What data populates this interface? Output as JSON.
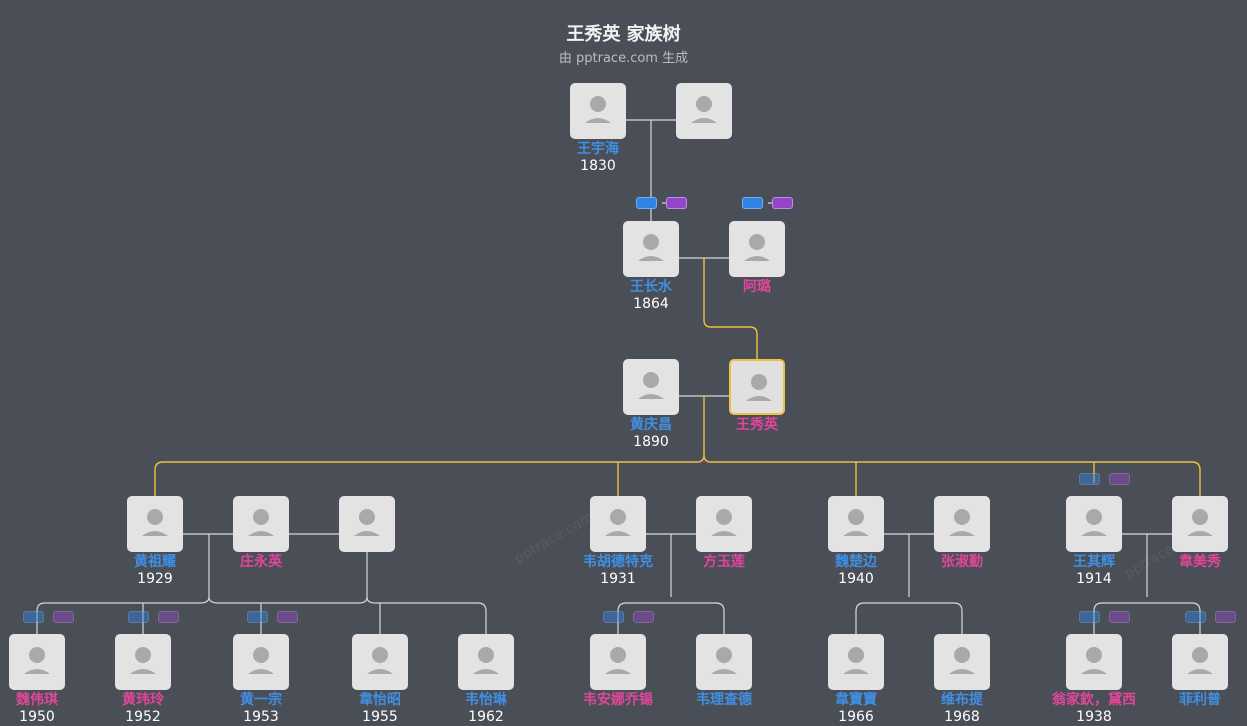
{
  "header": {
    "title": "王秀英 家族树",
    "subtitle": "由 pptrace.com 生成",
    "watermark": "pptrace.com"
  },
  "colors": {
    "background": "#4a4f57",
    "male_name": "#3f8fe4",
    "female_name": "#e0469a",
    "highlight_line": "#f0c040",
    "line": "#d8d8d8"
  },
  "people": [
    {
      "id": "p1",
      "name": "王宇海",
      "year": "1830",
      "gender": "m"
    },
    {
      "id": "p2",
      "name": "",
      "year": "",
      "gender": "f"
    },
    {
      "id": "p3",
      "name": "王长水",
      "year": "1864",
      "gender": "m"
    },
    {
      "id": "p4",
      "name": "阿璐",
      "year": "",
      "gender": "f"
    },
    {
      "id": "p5",
      "name": "黄庆昌",
      "year": "1890",
      "gender": "m"
    },
    {
      "id": "p6",
      "name": "王秀英",
      "year": "",
      "gender": "f",
      "focus": true
    },
    {
      "id": "p7",
      "name": "黄祖耀",
      "year": "1929",
      "gender": "m"
    },
    {
      "id": "p8",
      "name": "庄永英",
      "year": "",
      "gender": "f"
    },
    {
      "id": "p9",
      "name": "",
      "year": "",
      "gender": "f"
    },
    {
      "id": "p10",
      "name": "韦胡德特克",
      "year": "1931",
      "gender": "m"
    },
    {
      "id": "p11",
      "name": "方玉莲",
      "year": "",
      "gender": "f"
    },
    {
      "id": "p12",
      "name": "魏楚边",
      "year": "1940",
      "gender": "m"
    },
    {
      "id": "p13",
      "name": "张淑勤",
      "year": "",
      "gender": "f"
    },
    {
      "id": "p14",
      "name": "王其辉",
      "year": "1914",
      "gender": "m"
    },
    {
      "id": "p15",
      "name": "韋美秀",
      "year": "",
      "gender": "f"
    },
    {
      "id": "p16",
      "name": "魏伟琪",
      "year": "1950",
      "gender": "f"
    },
    {
      "id": "p17",
      "name": "黄玮玲",
      "year": "1952",
      "gender": "f"
    },
    {
      "id": "p18",
      "name": "黄一宗",
      "year": "1953",
      "gender": "m"
    },
    {
      "id": "p19",
      "name": "韋怡昭",
      "year": "1955",
      "gender": "m"
    },
    {
      "id": "p20",
      "name": "韦怡琳",
      "year": "1962",
      "gender": "m"
    },
    {
      "id": "p21",
      "name": "韦安娜乔锡",
      "year": "",
      "gender": "f"
    },
    {
      "id": "p22",
      "name": "韦理查德",
      "year": "",
      "gender": "m"
    },
    {
      "id": "p23",
      "name": "韋寶寶",
      "year": "1966",
      "gender": "m"
    },
    {
      "id": "p24",
      "name": "维布提",
      "year": "1968",
      "gender": "m"
    },
    {
      "id": "p25",
      "name": "翁家欽，黛西",
      "year": "1938",
      "gender": "f"
    },
    {
      "id": "p26",
      "name": "菲利普",
      "year": "",
      "gender": "m"
    }
  ],
  "badges": [
    {
      "near": "p3",
      "colors": [
        "blue",
        "purple"
      ],
      "dim": false
    },
    {
      "near": "p4",
      "colors": [
        "blue",
        "purple"
      ],
      "dim": false
    },
    {
      "near": "p14",
      "colors": [
        "blue",
        "purple"
      ],
      "dim": true
    },
    {
      "near": "p16",
      "colors": [
        "blue",
        "purple"
      ],
      "dim": true
    },
    {
      "near": "p17",
      "colors": [
        "blue",
        "purple"
      ],
      "dim": true
    },
    {
      "near": "p18",
      "colors": [
        "blue",
        "purple"
      ],
      "dim": true
    },
    {
      "near": "p21",
      "colors": [
        "blue",
        "purple"
      ],
      "dim": true
    },
    {
      "near": "p25",
      "colors": [
        "blue",
        "purple"
      ],
      "dim": true
    },
    {
      "near": "p26",
      "colors": [
        "blue",
        "purple"
      ],
      "dim": true
    }
  ]
}
